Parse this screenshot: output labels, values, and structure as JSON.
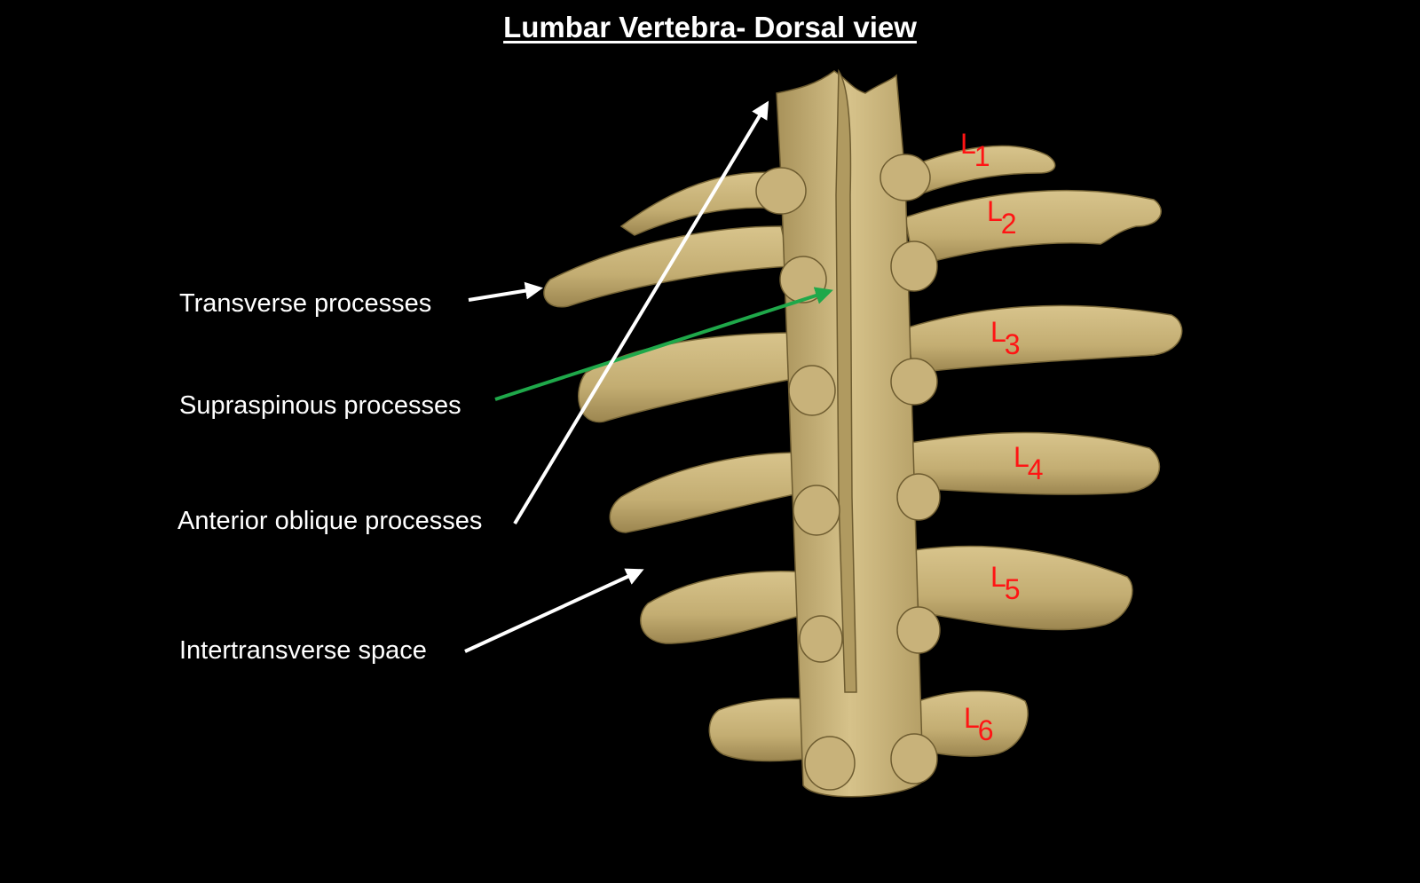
{
  "title": "Lumbar Vertebra- Dorsal view",
  "callouts": [
    {
      "text": "Transverse processes",
      "arrow_color": "#ffffff"
    },
    {
      "text": "Supraspinous processes",
      "arrow_color": "#1fa84a"
    },
    {
      "text": "Anterior oblique processes",
      "arrow_color": "#ffffff"
    },
    {
      "text": "Intertransverse space",
      "arrow_color": "#ffffff"
    }
  ],
  "vertebra_labels": [
    {
      "letter": "L",
      "index": "1"
    },
    {
      "letter": "L",
      "index": "2"
    },
    {
      "letter": "L",
      "index": "3"
    },
    {
      "letter": "L",
      "index": "4"
    },
    {
      "letter": "L",
      "index": "5"
    },
    {
      "letter": "L",
      "index": "6"
    }
  ],
  "colors": {
    "background": "#000000",
    "bone": "#c9b47a",
    "bone_shadow": "#8c7845",
    "label_red": "#ff1414",
    "arrow_white": "#ffffff",
    "arrow_green": "#1fa84a"
  }
}
